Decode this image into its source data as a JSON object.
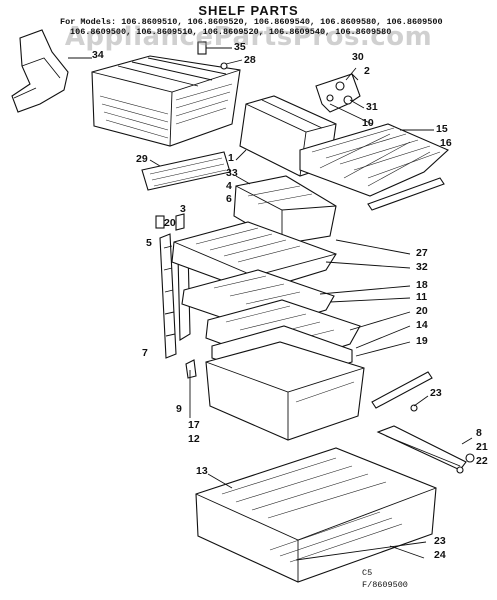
{
  "title": "SHELF PARTS",
  "models_line1": "For Models: 106.8609510, 106.8609520, 106.8609540, 106.8609580, 106.8609500",
  "models_line2": "106.8609500, 106.8609510, 106.8609520, 106.8609540, 106.8609580",
  "watermark": "AppliancePartsPros.com",
  "callouts": {
    "c34": "34",
    "c35": "35",
    "c28": "28",
    "c30": "30",
    "c2": "2",
    "c31": "31",
    "c10": "10",
    "c15": "15",
    "c16": "16",
    "c1": "1",
    "c29": "29",
    "c33": "33",
    "c4": "4",
    "c6": "6",
    "c3": "3",
    "c20a": "20",
    "c5": "5",
    "c27": "27",
    "c32": "32",
    "c18": "18",
    "c11": "11",
    "c20b": "20",
    "c14": "14",
    "c19": "19",
    "c7": "7",
    "c9": "9",
    "c17": "17",
    "c12": "12",
    "c23a": "23",
    "c8": "8",
    "c21": "21",
    "c22": "22",
    "c13": "13",
    "c23b": "23",
    "c24": "24"
  },
  "footer_code": "C5",
  "footer_ref": "F/8609500"
}
